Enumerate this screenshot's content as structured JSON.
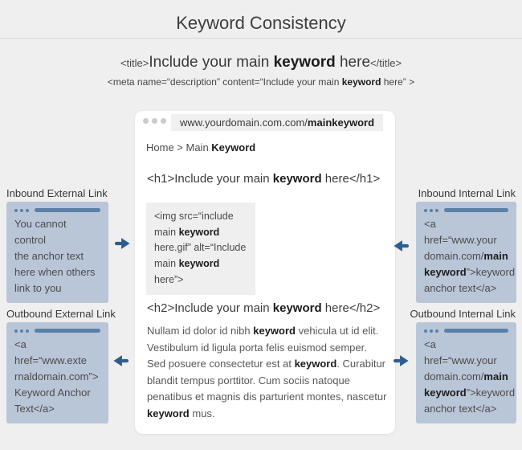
{
  "header": {
    "title": "Keyword Consistency",
    "title_snippet": [
      {
        "t": "<title>",
        "cls": "tag"
      },
      {
        "t": "Include your main "
      },
      {
        "t": "keyword",
        "b": true
      },
      {
        "t": " here"
      },
      {
        "t": "</title>",
        "cls": "tag"
      }
    ],
    "meta_snippet": [
      {
        "t": "<meta name=“description” content=“Include your main "
      },
      {
        "t": "keyword",
        "b": true
      },
      {
        "t": " here” >"
      }
    ]
  },
  "browser": {
    "url": [
      {
        "t": "www.yourdomain.com.com/"
      },
      {
        "t": "mainkeyword",
        "b": true
      }
    ],
    "breadcrumb": [
      {
        "t": "Home > Main "
      },
      {
        "t": "Keyword",
        "b": true
      }
    ],
    "h1_snippet": [
      {
        "t": "<h1>Include your main "
      },
      {
        "t": "keyword",
        "b": true
      },
      {
        "t": " here</h1>"
      }
    ],
    "img_snippet": [
      {
        "t": "<img src=“include"
      },
      {
        "br": true
      },
      {
        "t": "main "
      },
      {
        "t": "keyword",
        "b": true
      },
      {
        "br": true
      },
      {
        "t": "here.gif” alt=“Include"
      },
      {
        "br": true
      },
      {
        "t": "main "
      },
      {
        "t": "keyword",
        "b": true
      },
      {
        "t": " here”>"
      }
    ],
    "h2_snippet": [
      {
        "t": "<h2>Include your main "
      },
      {
        "t": "keyword",
        "b": true
      },
      {
        "t": " here</h2>"
      }
    ],
    "paragraph": [
      {
        "t": "Nullam id dolor id nibh "
      },
      {
        "t": "keyword",
        "b": true
      },
      {
        "t": " vehicula ut id elit. Vestibulum id ligula porta felis euismod semper. Sed posuere consectetur est at "
      },
      {
        "t": "keyword",
        "b": true
      },
      {
        "t": ". Curabitur blandit tempus porttitor. Cum sociis natoque penatibus et magnis dis parturient montes, nascetur "
      },
      {
        "t": "keyword",
        "b": true
      },
      {
        "t": " mus."
      }
    ]
  },
  "boxes": {
    "inbound_external": {
      "label": "Inbound External Link",
      "arrow": "right",
      "text": [
        {
          "t": "You cannot control"
        },
        {
          "br": true
        },
        {
          "t": "the anchor text"
        },
        {
          "br": true
        },
        {
          "t": "here when others"
        },
        {
          "br": true
        },
        {
          "t": "link to you"
        }
      ]
    },
    "outbound_external": {
      "label": "Outbound External Link",
      "arrow": "left",
      "text": [
        {
          "t": "<a href=“www.exte"
        },
        {
          "br": true
        },
        {
          "t": "rnaldomain.com”>"
        },
        {
          "br": true
        },
        {
          "t": "Keyword Anchor"
        },
        {
          "br": true
        },
        {
          "t": "Text</a>"
        }
      ]
    },
    "inbound_internal": {
      "label": "Inbound Internal Link",
      "arrow": "left",
      "text": [
        {
          "t": "<a href=“www.your"
        },
        {
          "br": true
        },
        {
          "t": "domain.com/"
        },
        {
          "t": "main",
          "b": true
        },
        {
          "br": true
        },
        {
          "t": "keyword",
          "b": true
        },
        {
          "t": "”>keyword"
        },
        {
          "br": true
        },
        {
          "t": "anchor text</a>"
        }
      ]
    },
    "outbound_internal": {
      "label": "Outbound Internal Link",
      "arrow": "right",
      "text": [
        {
          "t": "<a href=“www.your"
        },
        {
          "br": true
        },
        {
          "t": "domain.com/"
        },
        {
          "t": "main",
          "b": true
        },
        {
          "br": true
        },
        {
          "t": "keyword",
          "b": true
        },
        {
          "t": "”>keyword"
        },
        {
          "br": true
        },
        {
          "t": "anchor text</a>"
        }
      ]
    }
  },
  "colors": {
    "page_bg": "#efefef",
    "card_bg": "#ffffff",
    "box_bg": "#b9c6d8",
    "box_chrome_blue": "#5a80a8",
    "arrow_blue": "#2d5e8e",
    "separator": "#d8d8d8"
  }
}
